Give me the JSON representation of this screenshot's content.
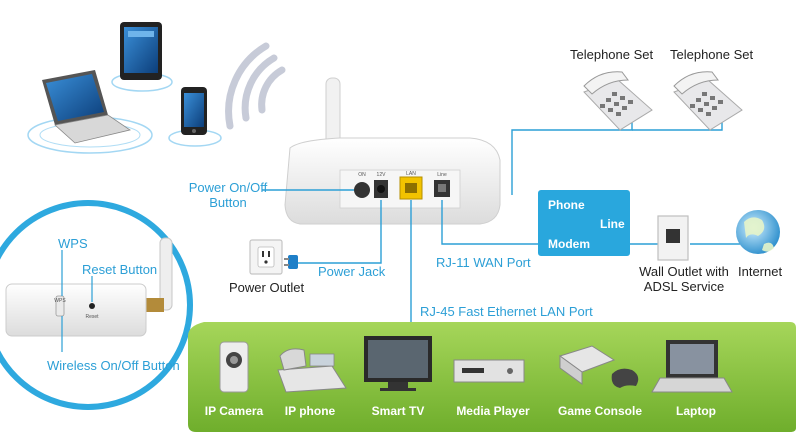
{
  "labels": {
    "telephone_1": "Telephone Set",
    "telephone_2": "Telephone Set",
    "power_button": "Power On/Off\nButton",
    "power_button_l1": "Power On/Off",
    "power_button_l2": "Button",
    "power_outlet": "Power Outlet",
    "power_jack": "Power Jack",
    "rj11": "RJ-11 WAN Port",
    "rj45": "RJ-45 Fast Ethernet LAN Port",
    "modem_phone": "Phone",
    "modem_line": "Line",
    "modem_modem": "Modem",
    "wall_outlet_l1": "Wall Outlet with",
    "wall_outlet_l2": "ADSL Service",
    "internet": "Internet",
    "wps": "WPS",
    "reset": "Reset Button",
    "wireless": "Wireless On/Off Button",
    "port_12v": "12V",
    "port_lan": "LAN",
    "port_line": "Line",
    "port_on": "ON",
    "side_wps": "WPS",
    "side_reset": "Reset"
  },
  "devices": [
    {
      "name": "IP Camera",
      "icon": "ip-camera-icon"
    },
    {
      "name": "IP phone",
      "icon": "ip-phone-icon"
    },
    {
      "name": "Smart TV",
      "icon": "smart-tv-icon"
    },
    {
      "name": "Media Player",
      "icon": "media-player-icon"
    },
    {
      "name": "Game Console",
      "icon": "game-console-icon"
    },
    {
      "name": "Laptop",
      "icon": "laptop-icon"
    }
  ],
  "colors": {
    "accent_blue": "#2c9fd6",
    "modem_blue": "#29a7dd",
    "green_band": "#8cc640",
    "lan_yellow": "#f2c300"
  }
}
